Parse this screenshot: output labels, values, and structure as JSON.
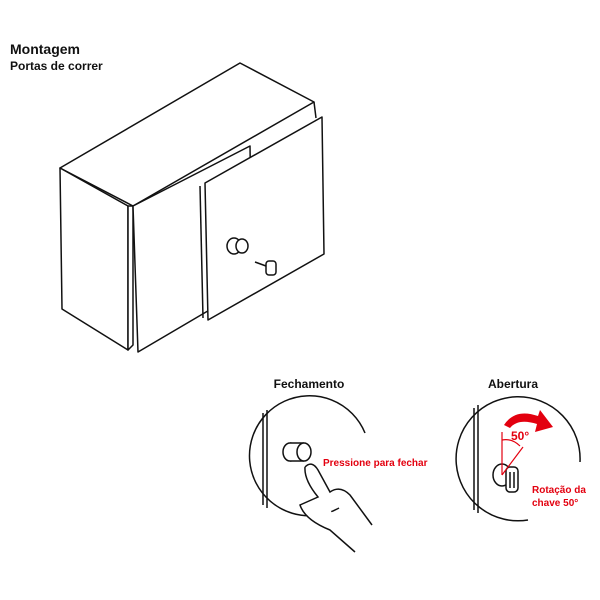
{
  "header": {
    "title": "Montagem",
    "subtitle": "Portas de correr"
  },
  "closing": {
    "title": "Fechamento",
    "instruction": "Pressione para fechar"
  },
  "opening": {
    "title": "Abertura",
    "angle": "50°",
    "instruction_line1": "Rotação da",
    "instruction_line2": "chave 50°"
  },
  "colors": {
    "accent": "#e3000f",
    "line": "#111111"
  }
}
